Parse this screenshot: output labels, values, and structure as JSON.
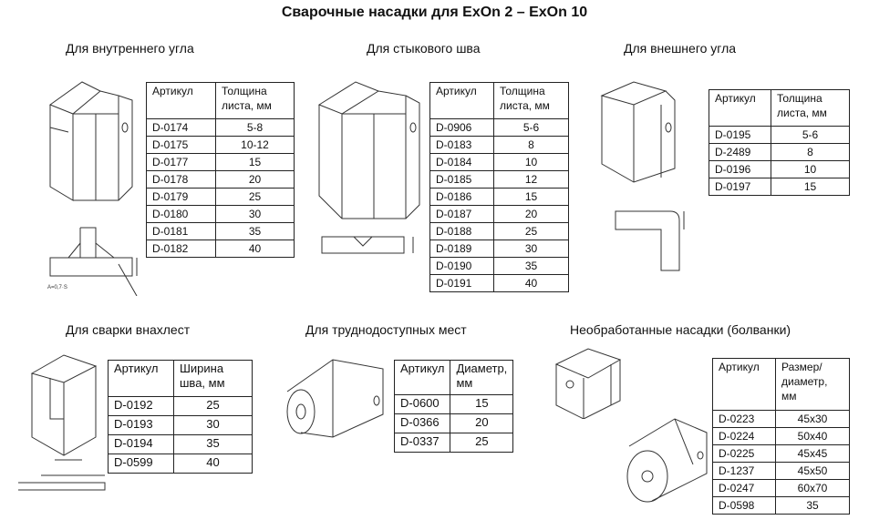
{
  "title": "Сварочные насадки для ExOn 2 – ExOn 10",
  "sections": [
    {
      "heading": "Для внутреннего угла",
      "col1": "Артикул",
      "col2": "Толщина листа, мм",
      "formula": "A=0,7·S",
      "rows": [
        [
          "D-0174",
          "5-8"
        ],
        [
          "D-0175",
          "10-12"
        ],
        [
          "D-0177",
          "15"
        ],
        [
          "D-0178",
          "20"
        ],
        [
          "D-0179",
          "25"
        ],
        [
          "D-0180",
          "30"
        ],
        [
          "D-0181",
          "35"
        ],
        [
          "D-0182",
          "40"
        ]
      ]
    },
    {
      "heading": "Для стыкового шва",
      "col1": "Артикул",
      "col2": "Толщина листа, мм",
      "rows": [
        [
          "D-0906",
          "5-6"
        ],
        [
          "D-0183",
          "8"
        ],
        [
          "D-0184",
          "10"
        ],
        [
          "D-0185",
          "12"
        ],
        [
          "D-0186",
          "15"
        ],
        [
          "D-0187",
          "20"
        ],
        [
          "D-0188",
          "25"
        ],
        [
          "D-0189",
          "30"
        ],
        [
          "D-0190",
          "35"
        ],
        [
          "D-0191",
          "40"
        ]
      ]
    },
    {
      "heading": "Для внешнего угла",
      "col1": "Артикул",
      "col2": "Толщина листа, мм",
      "rows": [
        [
          "D-0195",
          "5-6"
        ],
        [
          "D-2489",
          "8"
        ],
        [
          "D-0196",
          "10"
        ],
        [
          "D-0197",
          "15"
        ]
      ]
    },
    {
      "heading": "Для сварки внахлест",
      "col1": "Артикул",
      "col2": "Ширина шва, мм",
      "rows": [
        [
          "D-0192",
          "25"
        ],
        [
          "D-0193",
          "30"
        ],
        [
          "D-0194",
          "35"
        ],
        [
          "D-0599",
          "40"
        ]
      ]
    },
    {
      "heading": "Для труднодоступных мест",
      "col1": "Артикул",
      "col2": "Диаметр, мм",
      "rows": [
        [
          "D-0600",
          "15"
        ],
        [
          "D-0366",
          "20"
        ],
        [
          "D-0337",
          "25"
        ]
      ]
    },
    {
      "heading": "Необработанные насадки (болванки)",
      "col1": "Артикул",
      "col2": "Размер/ диаметр, мм",
      "rows": [
        [
          "D-0223",
          "45x30"
        ],
        [
          "D-0224",
          "50x40"
        ],
        [
          "D-0225",
          "45x45"
        ],
        [
          "D-1237",
          "45x50"
        ],
        [
          "D-0247",
          "60x70"
        ],
        [
          "D-0598",
          "35"
        ]
      ]
    }
  ]
}
